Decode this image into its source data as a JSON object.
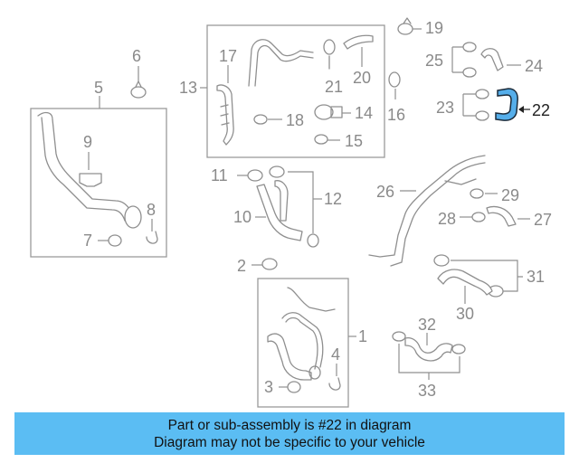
{
  "diagram": {
    "callouts": {
      "c1": "1",
      "c2": "2",
      "c3": "3",
      "c4": "4",
      "c5": "5",
      "c6": "6",
      "c7": "7",
      "c8": "8",
      "c9": "9",
      "c10": "10",
      "c11": "11",
      "c12": "12",
      "c13": "13",
      "c14": "14",
      "c15": "15",
      "c16": "16",
      "c17": "17",
      "c18": "18",
      "c19": "19",
      "c20": "20",
      "c21": "21",
      "c22": "22",
      "c23": "23",
      "c24": "24",
      "c25": "25",
      "c26": "26",
      "c27": "27",
      "c28": "28",
      "c29": "29",
      "c30": "30",
      "c31": "31",
      "c32": "32",
      "c33": "33"
    },
    "highlighted_part": "22",
    "colors": {
      "highlight_fill": "#55aeea",
      "line": "#8f8f8f",
      "banner": "#5bbdf3"
    }
  },
  "banner": {
    "line1": "Part or sub-assembly is #22 in diagram",
    "line2": "Diagram may not be specific to your vehicle"
  }
}
